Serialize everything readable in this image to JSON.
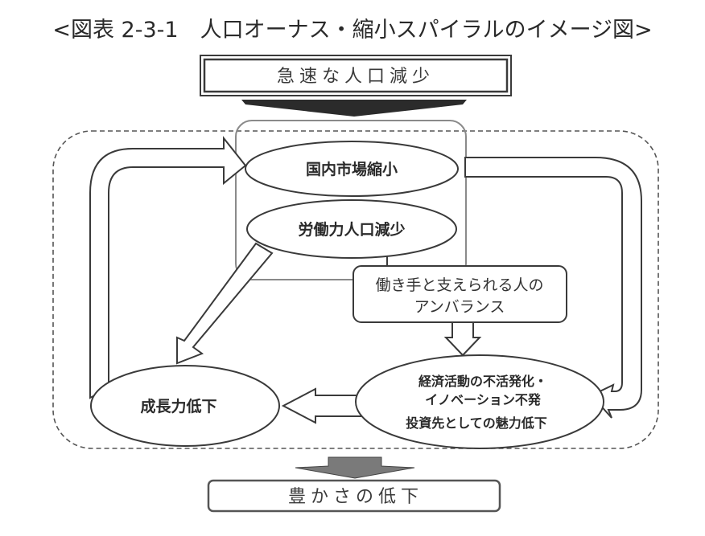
{
  "title": "<図表 2-3-1　人口オーナス・縮小スパイラルのイメージ図>",
  "top_box": {
    "label": "急速な人口減少"
  },
  "bottom_box": {
    "label": "豊かさの低下"
  },
  "nodes": {
    "domestic_market": "国内市場縮小",
    "labor_force": "労働力人口減少",
    "imbalance": {
      "line1": "働き手と支えられる人の",
      "line2": "アンバランス"
    },
    "economy": {
      "line1": "経済活動の不活発化・",
      "line2": "イノベーション不発",
      "line3": "投資先としての魅力低下"
    },
    "growth": "成長力低下"
  },
  "colors": {
    "line": "#3a3a3a",
    "top_arrow": "#2b2b2b",
    "bottom_arrow": "#7a7a7a",
    "group_box": "#8a8a8a"
  }
}
